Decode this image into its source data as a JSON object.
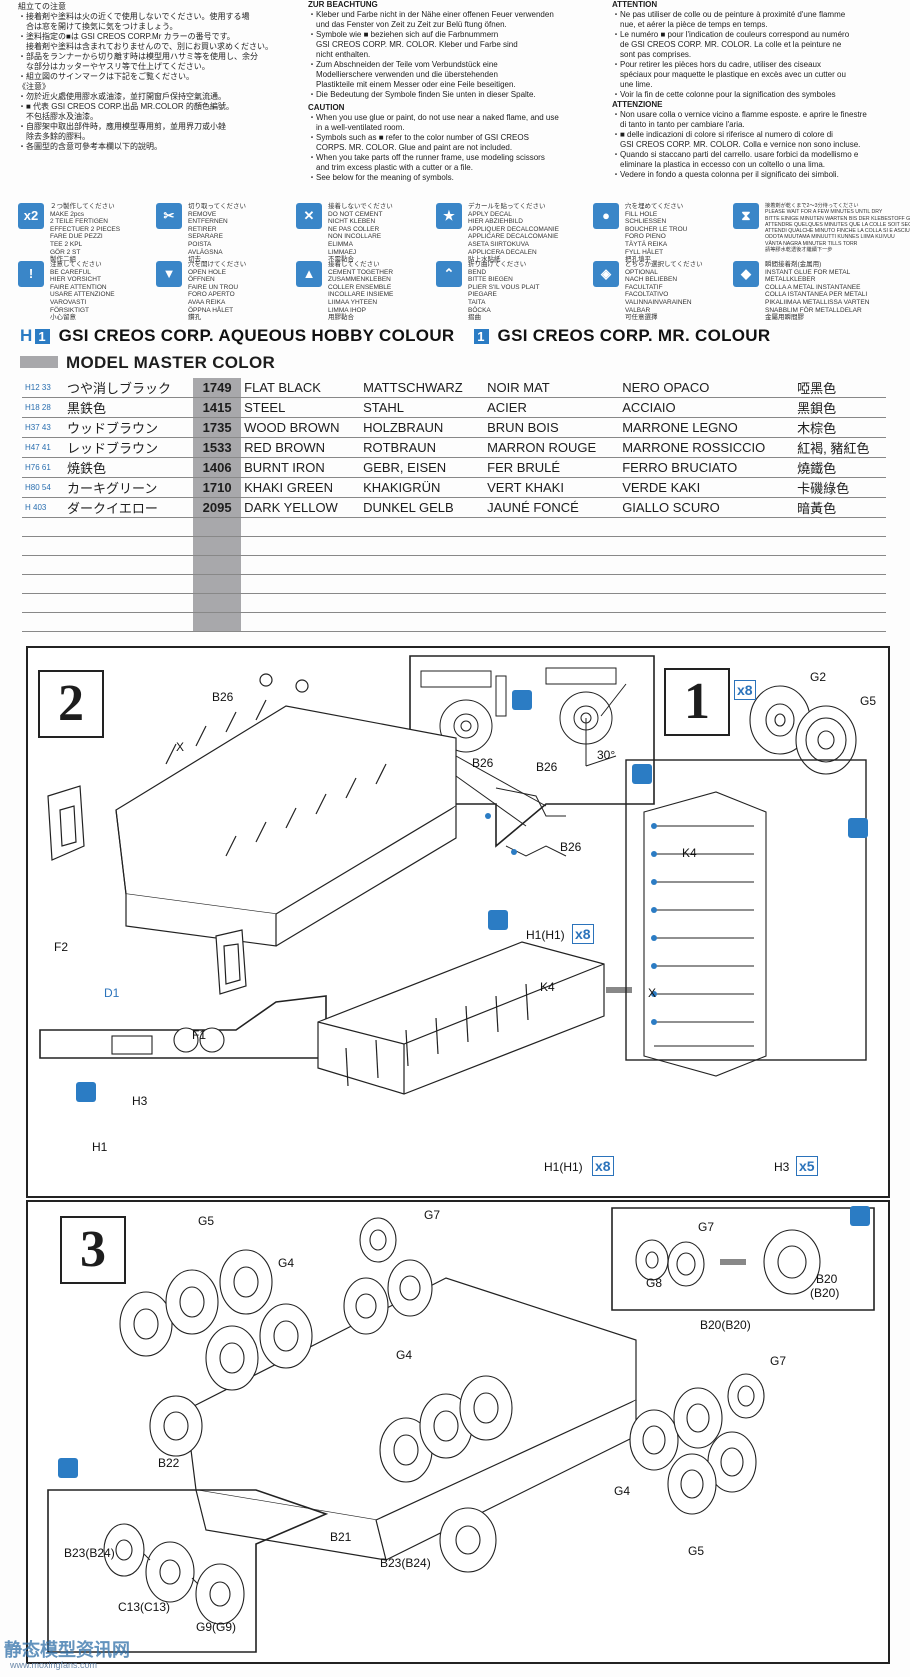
{
  "notes_ja": {
    "title": "組立ての注意",
    "lines": [
      "・接着剤や塗料は火の近くで使用しないでください。使用する場",
      "　合は窓を開けて換気に気をつけましょう。",
      "・塗料指定の■は GSI CREOS CORP.Mr カラーの番号です。",
      "　接着剤や塗料は含まれておりませんので、別にお買い求めください。",
      "・部品をランナーから切り離す時は模型用ハサミ等を使用し、余分",
      "　な部分はカッターやヤスリ等で仕上げてください。",
      "・組立図のサインマークは下記をご覧ください。"
    ],
    "zh_title": "《注意》",
    "zh_lines": [
      "・勿於近火處使用膠水或油漆，並打開窗戶保持空氣流通。",
      "・■ 代表 GSI CREOS CORP.出品 MR.COLOR 的顏色編號。",
      "　不包括膠水及油漆。",
      "・自膠架中取出部件時，應用模型專用剪，並用界刀或小銼",
      "　除去多餘的膠料。",
      "・各圖型的含意可參考本欄以下的說明。"
    ]
  },
  "notes_de": {
    "title": "ZUR BEACHTUNG",
    "lines": [
      "・Kleber und Farbe nicht in der Nähe einer offenen Feuer verwenden",
      "　und das Fenster von Zeit zu Zeit zur Belü ftung öfnen.",
      "・Symbole wie ■ beziehen sich auf die Farbnummern",
      "　GSI CREOS CORP. MR. COLOR. Kleber und Farbe sind",
      "　nicht enthalten.",
      "・Zum Abschneiden der Teile vom Verbundstück eine",
      "　Modellierschere verwenden und die überstehenden",
      "　Plastikteile mit einem Messer oder eine Feile beseitigen.",
      "・Die Bedeutung der Symbole finden Sie unten in dieser Spalte."
    ],
    "caution_title": "CAUTION",
    "caution_lines": [
      "・When you use glue or paint, do not use near a naked flame, and use",
      "　in a well-ventilated room.",
      "・Symbols such as ■ refer to the color number of GSI CREOS",
      "　CORPS. MR. COLOR. Glue and paint are not included.",
      "・When you take parts off the runner frame, use modeling scissors",
      "　and trim excess plastic with a cutter or a file.",
      "・See below for the meaning of symbols."
    ]
  },
  "notes_fr": {
    "title": "ATTENTION",
    "lines": [
      "・Ne pas utiliser de colle ou de peinture à proximité d'une flamme",
      "　nue, et aérer la pièce de temps en temps.",
      "・Le numéro ■ pour l'indication de couleurs correspond au numéro",
      "　de GSI CREOS CORP. MR. COLOR. La colle et la peinture ne",
      "　sont pas comprises.",
      "・Pour retirer les pièces hors du cadre, utiliser des ciseaux",
      "　spéciaux pour maquette le plastique en excès avec un cutter ou",
      "　une lime.",
      "・Voir la fin de cette colonne pour la signification des symboles"
    ],
    "it_title": "ATTENZIONE",
    "it_lines": [
      "・Non usare colla o vernice vicino a flamme esposte. e aprire le finestre",
      "　di tanto in tanto per cambiare l'aria.",
      "・■ delle indicazioni di colore si riferisce al numero di colore di",
      "　GSI CREOS CORP. MR. COLOR. Colla e vernice non sono incluse.",
      "・Quando si staccano parti del carrello. usare forbici da modellismo e",
      "　eliminare la plastica in eccesso con un coltello o una lima.",
      "・Vedere in fondo a questa colonna per il significato dei simboli."
    ]
  },
  "symbols": [
    {
      "icon": "make-two-icon",
      "glyph": "x2",
      "text": "２つ製作してください\nMAKE 2pcs\n2 TEILE FERTIGEN\nEFFECTUER 2 PIECES\nFARE DUE PEZZI\nTEE 2 KPL\nGÖR 2 ST\n製作二組"
    },
    {
      "icon": "remove-icon",
      "glyph": "✂",
      "text": "切り取ってください\nREMOVE\nENTFERNEN\nRETIRER\nSEPARARE\nPOISTA\nAVLÄGSNA\n切去"
    },
    {
      "icon": "no-cement-icon",
      "glyph": "✕",
      "text": "接着しないでください\nDO NOT CEMENT\nNICHT KLEBEN\nNE PAS COLLER\nNON INCOLLARE\nELIMMA\nLIMMAEJ\n不需黏合"
    },
    {
      "icon": "apply-decal-icon",
      "glyph": "★",
      "text": "デカールを貼ってください\nAPPLY DECAL\nHIER ABZIEHBILD\nAPPLIQUER DECALCOMANIE\nAPPLICARE DECALCOMANIE\nASETA SIIRTOKUVA\nAPPLICERA DECALEN\n貼上水貼紙"
    },
    {
      "icon": "fill-hole-icon",
      "glyph": "●",
      "text": "穴を埋めてください\nFILL HOLE\nSCHLIESSEN\nBOUCHER LE TROU\nFORO PIENO\nTÄYTÄ REIKA\nFYLL HÅLET\n把孔填平"
    },
    {
      "icon": "wait-glue-icon",
      "glyph": "⧗",
      "text": "接着剤が乾くまで2～3分待ってください\nPLEASE WAIT FOR A FEW MINUTES UNTIL DRY\nBITTE EINIGE MINUTEN WARTEN BIS DER KLEBESTOFF GETROCKNET IST\nATTENDRE QUELQUES MINUTES QUE LA COLLE SOIT SECHE\nATTENDI QUALCHE MINUTO FINCHE LA COLLA SI E ASCIUGATA\nODOTA MUUTAMA MINUUTTI KUNNES LIIMA KUIVUU\nVÄNTA NAGRA MINUTER TILLS TORR\n請等膠水乾透後才繼續下一步"
    },
    {
      "icon": "be-careful-icon",
      "glyph": "!",
      "text": "注意してください\nBE CAREFUL\nHIER VORSICHT\nFAIRE ATTENTION\nUSARE ATTENZIONE\nVAROVASTI\nFÖRSIKTIGT\n小心留意"
    },
    {
      "icon": "open-hole-icon",
      "glyph": "▼",
      "text": "穴を開けてください\nOPEN HOLE\nÖFFNEN\nFAIRE UN TROU\nFORO APERTO\nAVAA REIKA\nÖPPNA HÅLET\n鑽孔"
    },
    {
      "icon": "cement-together-icon",
      "glyph": "▲",
      "text": "接着してください\nCEMENT TOGETHER\nZUSAMMENKLEBEN\nCOLLER ENSEMBLE\nINCOLLARE INSIEME\nLIIMAA YHTEEN\nLIMMA IHOP\n用膠黏合"
    },
    {
      "icon": "bend-icon",
      "glyph": "⌃",
      "text": "折り曲げてください\nBEND\nBITTE BIEGEN\nPLIER S'IL VOUS PLAIT\nPIEGARE\nTAITA\nBÖCKA\n摺曲"
    },
    {
      "icon": "optional-icon",
      "glyph": "◈",
      "text": "どちらか選択してください\nOPTIONAL\nNACH BELIEBEN\nFACULTATIF\nFACOLTATIVO\nVALINNAINVARAINEN\nVALBAR\n可任意選擇"
    },
    {
      "icon": "metal-glue-icon",
      "glyph": "◆",
      "text": "瞬間接着剤(金属用)\nINSTANT GLUE FOR METAL\nMETALLKLEBER\nCOLLA A METAL INSTANTANEE\nCOLLA ISTANTANEA PER METALI\nPIKALIIMAA METALLISSA VARTEN\nSNABBLIM FÖR METALLDELAR\n金屬用瞬間膠"
    }
  ],
  "color_header": {
    "aqueous_prefix": "H",
    "aqueous_badge": "1",
    "aqueous": "GSI CREOS CORP. AQUEOUS HOBBY COLOUR",
    "mr_badge": "1",
    "mr": "GSI CREOS CORP. MR. COLOUR",
    "master": "MODEL MASTER COLOR"
  },
  "colors": [
    {
      "ref": "H12 33",
      "ja": "つや消しブラック",
      "code": "1749",
      "en": "FLAT BLACK",
      "de": "MATTSCHWARZ",
      "fr": "NOIR MAT",
      "it": "NERO OPACO",
      "zh": "啞黑色"
    },
    {
      "ref": "H18 28",
      "ja": "黒鉄色",
      "code": "1415",
      "en": "STEEL",
      "de": "STAHL",
      "fr": "ACIER",
      "it": "ACCIAIO",
      "zh": "黑鋇色"
    },
    {
      "ref": "H37 43",
      "ja": "ウッドブラウン",
      "code": "1735",
      "en": "WOOD BROWN",
      "de": "HOLZBRAUN",
      "fr": "BRUN BOIS",
      "it": "MARRONE LEGNO",
      "zh": "木棕色"
    },
    {
      "ref": "H47 41",
      "ja": "レッドブラウン",
      "code": "1533",
      "en": "RED BROWN",
      "de": "ROTBRAUN",
      "fr": "MARRON ROUGE",
      "it": "MARRONE ROSSICCIO",
      "zh": "紅褐, 豬紅色"
    },
    {
      "ref": "H76 61",
      "ja": "焼鉄色",
      "code": "1406",
      "en": "BURNT IRON",
      "de": "GEBR, EISEN",
      "fr": "FER BRULÉ",
      "it": "FERRO BRUCIATO",
      "zh": "燒鐵色"
    },
    {
      "ref": "H80 54",
      "ja": "カーキグリーン",
      "code": "1710",
      "en": "KHAKI GREEN",
      "de": "KHAKIGRÜN",
      "fr": "VERT KHAKI",
      "it": "VERDE KAKI",
      "zh": "卡磯綠色"
    },
    {
      "ref": "H 403",
      "ja": "ダークイエロー",
      "code": "2095",
      "en": "DARK YELLOW",
      "de": "DUNKEL GELB",
      "fr": "JAUNÉ FONCÉ",
      "it": "GIALLO SCURO",
      "zh": "暗黃色"
    }
  ],
  "empty_rows": 6,
  "step2": {
    "number": "2",
    "labels": [
      "B26",
      "X",
      "B26",
      "B26",
      "30°",
      "B26",
      "F2",
      "D1",
      "H1(H1)",
      "F1",
      "K4",
      "H3",
      "H1",
      "H1(H1)"
    ],
    "qty_h1": "x8",
    "qty_h1b": "x8"
  },
  "step1": {
    "number": "1",
    "qty": "x8",
    "labels": [
      "G2",
      "G5",
      "K4",
      "X",
      "H3"
    ],
    "qty_h3": "x5"
  },
  "step3": {
    "number": "3",
    "labels": [
      "G5",
      "G7",
      "G4",
      "G4",
      "G8",
      "G7",
      "B20",
      "(B20)",
      "B20(B20)",
      "G7",
      "B22",
      "G4",
      "G5",
      "B21",
      "B23(B24)",
      "B23(B24)",
      "C13(C13)",
      "G9(G9)"
    ]
  },
  "footer": {
    "watermark_cn": "静态模型资讯网",
    "watermark_url": "www.moxingfans.com"
  },
  "colors_theme": {
    "accent": "#2b7cc4",
    "code_bg": "#a8a8ab"
  }
}
